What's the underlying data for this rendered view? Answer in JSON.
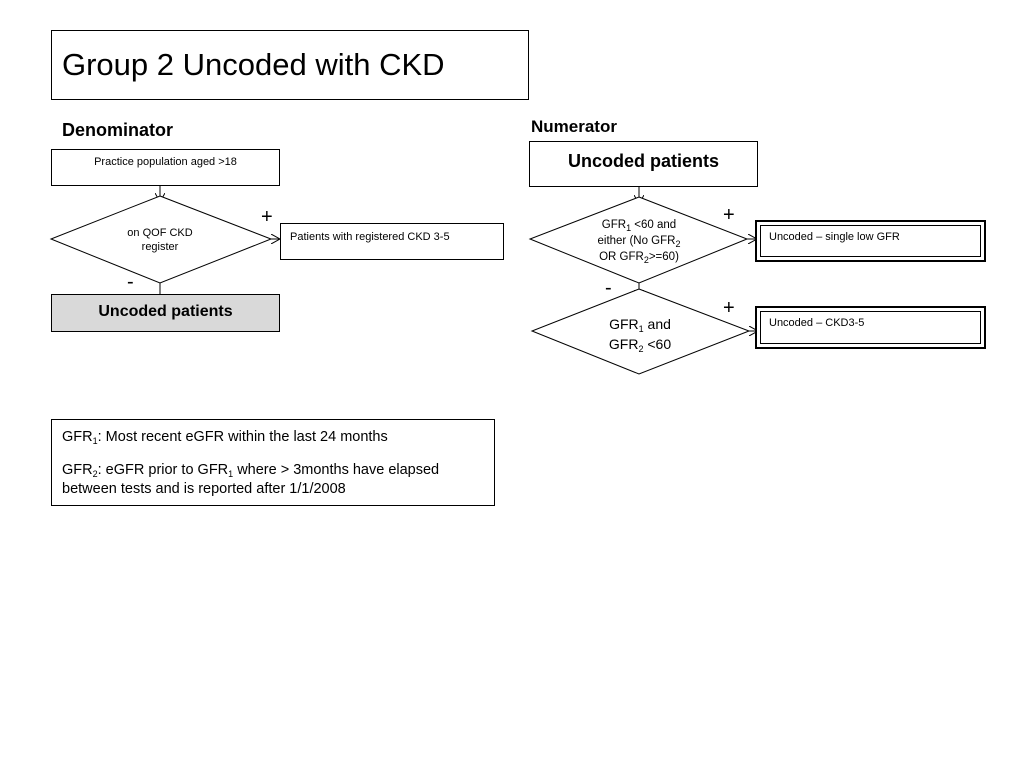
{
  "title": "Group 2 Uncoded with CKD",
  "denominator": {
    "heading": "Denominator",
    "start_box": "Practice population aged >18",
    "decision": {
      "line1": "on QOF CKD",
      "line2": "register"
    },
    "yes_box": "Patients with registered CKD 3-5",
    "result_box": "Uncoded patients",
    "plus": "+",
    "minus": "-"
  },
  "numerator": {
    "heading": "Numerator",
    "start_box": "Uncoded patients",
    "decision1": {
      "gfr": "GFR",
      "sub1": "1",
      "after1": " <60 and",
      "line2a": "either (No GFR",
      "sub2": "2",
      "line3": "OR GFR",
      "sub3": "2",
      "after3": ">=60)"
    },
    "decision2": {
      "gfr_a": "GFR",
      "sub_a": "1",
      "after_a": " and",
      "gfr_b": "GFR",
      "sub_b": "2",
      "after_b": " <60"
    },
    "result1": "Uncoded – single low GFR",
    "result2": "Uncoded – CKD3-5",
    "plus": "+",
    "minus": "-"
  },
  "definitions": {
    "gfr1": {
      "label": "GFR",
      "sub": "1",
      "text": ": Most recent eGFR within the last 24 months"
    },
    "gfr2": {
      "label": "GFR",
      "sub": "2",
      "text1": ": eGFR prior to GFR",
      "sub_mid": "1",
      "text2": " where > 3months have elapsed",
      "text3": "between tests and is reported after 1/1/2008"
    }
  }
}
